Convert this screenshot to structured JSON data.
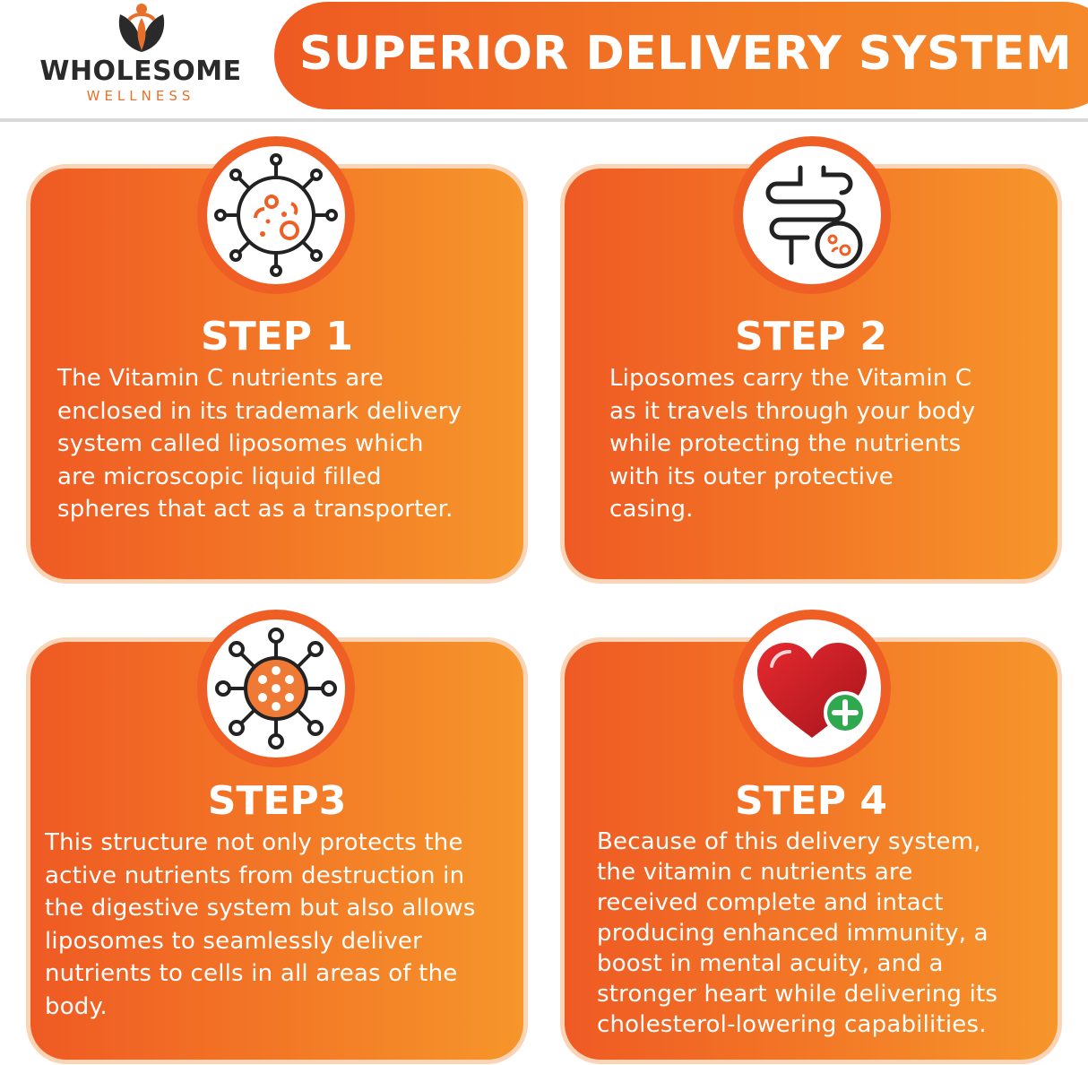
{
  "brand": {
    "name": "WHOLESOME",
    "sub": "WELLNESS",
    "colors": {
      "leaf": "#2a2a2a",
      "accent": "#e8702a"
    }
  },
  "header": {
    "title": "SUPERIOR DELIVERY SYSTEM"
  },
  "colors": {
    "card_start": "#ef5a24",
    "card_end": "#f6962b",
    "icon_orange": "#ef5f25"
  },
  "steps": [
    {
      "title": "STEP 1",
      "icon": "virus-icon",
      "text": "The Vitamin C nutrients are\nenclosed in its trademark delivery\nsystem called liposomes which\nare microscopic liquid filled\nspheres that act as a transporter."
    },
    {
      "title": "STEP 2",
      "icon": "intestine-icon",
      "text": "Liposomes carry the Vitamin C\nas it travels through your body\nwhile protecting the nutrients\nwith its outer protective\ncasing."
    },
    {
      "title": "STEP3",
      "icon": "liposome-molecule-icon",
      "text": "This structure not only protects the\nactive nutrients from destruction in\nthe digestive system but also allows\nliposomes to seamlessly deliver\nnutrients to cells in all areas of the\nbody."
    },
    {
      "title": "STEP 4",
      "icon": "heart-plus-icon",
      "text": "Because of this delivery system,\nthe vitamin c nutrients are\nreceived complete and intact\nproducing enhanced immunity, a\nboost in mental acuity, and a\nstronger heart while delivering its\ncholesterol-lowering capabilities."
    }
  ]
}
